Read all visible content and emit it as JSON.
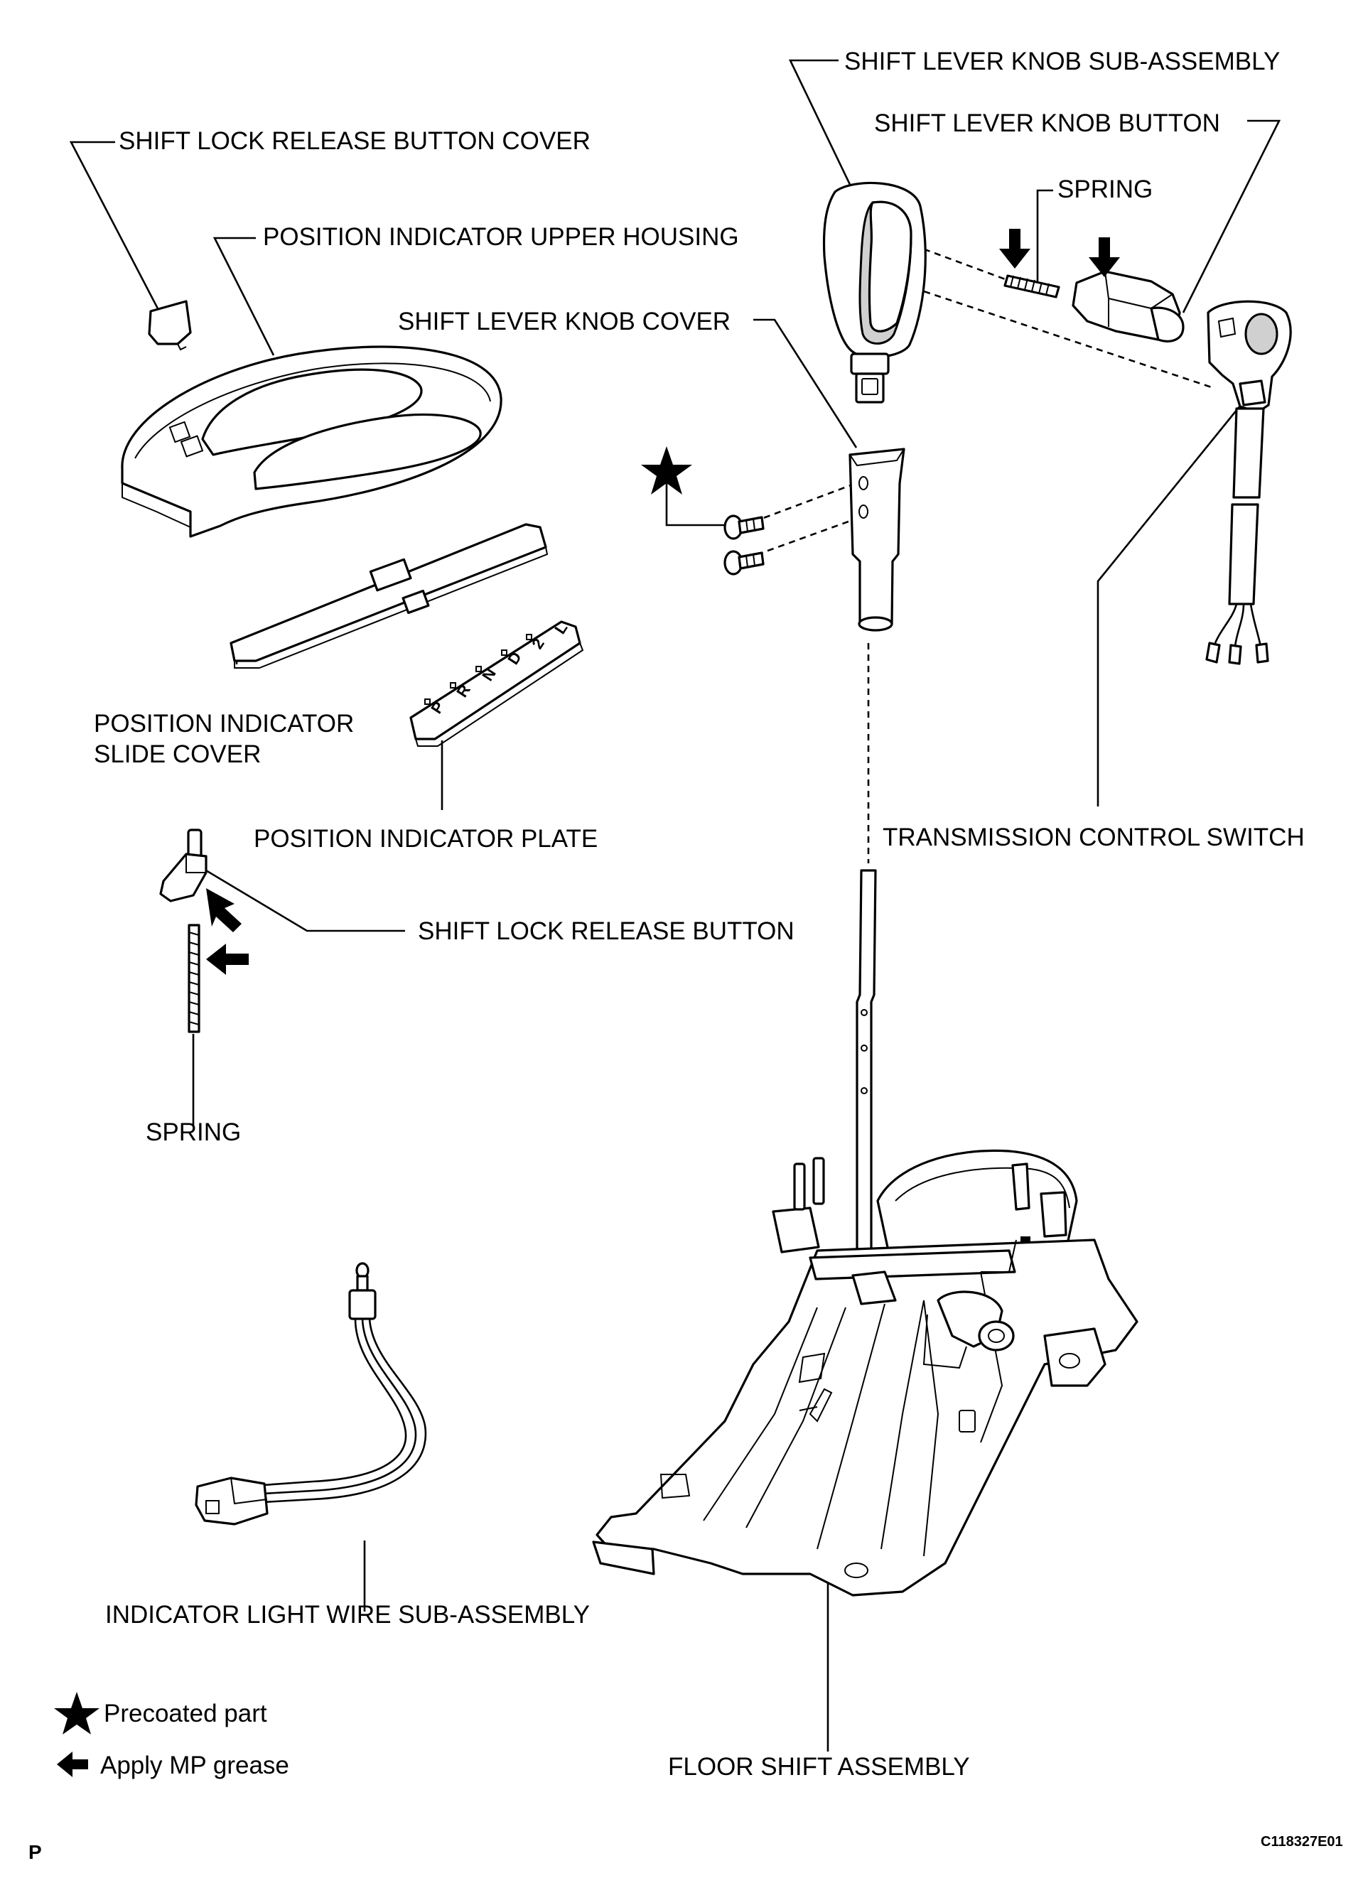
{
  "labels": {
    "shift_lock_release_button_cover": "SHIFT LOCK RELEASE BUTTON COVER",
    "position_indicator_upper_housing": "POSITION INDICATOR UPPER HOUSING",
    "shift_lever_knob_sub_assembly": "SHIFT LEVER KNOB SUB-ASSEMBLY",
    "shift_lever_knob_button": "SHIFT LEVER KNOB BUTTON",
    "spring_top": "SPRING",
    "shift_lever_knob_cover": "SHIFT LEVER KNOB COVER",
    "position_indicator_slide_cover_line1": "POSITION INDICATOR",
    "position_indicator_slide_cover_line2": "SLIDE COVER",
    "position_indicator_plate": "POSITION INDICATOR PLATE",
    "transmission_control_switch": "TRANSMISSION CONTROL SWITCH",
    "shift_lock_release_button": "SHIFT LOCK RELEASE BUTTON",
    "spring_left": "SPRING",
    "indicator_light_wire_sub_assembly": "INDICATOR LIGHT WIRE SUB-ASSEMBLY",
    "floor_shift_assembly": "FLOOR SHIFT ASSEMBLY"
  },
  "plate_letters": [
    "P",
    "R",
    "N",
    "D",
    "2",
    "L"
  ],
  "legend": {
    "precoated": {
      "symbol": "★",
      "text": "Precoated part"
    },
    "grease": {
      "symbol": "◀",
      "text": "Apply MP grease"
    }
  },
  "footer": {
    "page_code": "P",
    "figure_code": "C118327E01"
  }
}
